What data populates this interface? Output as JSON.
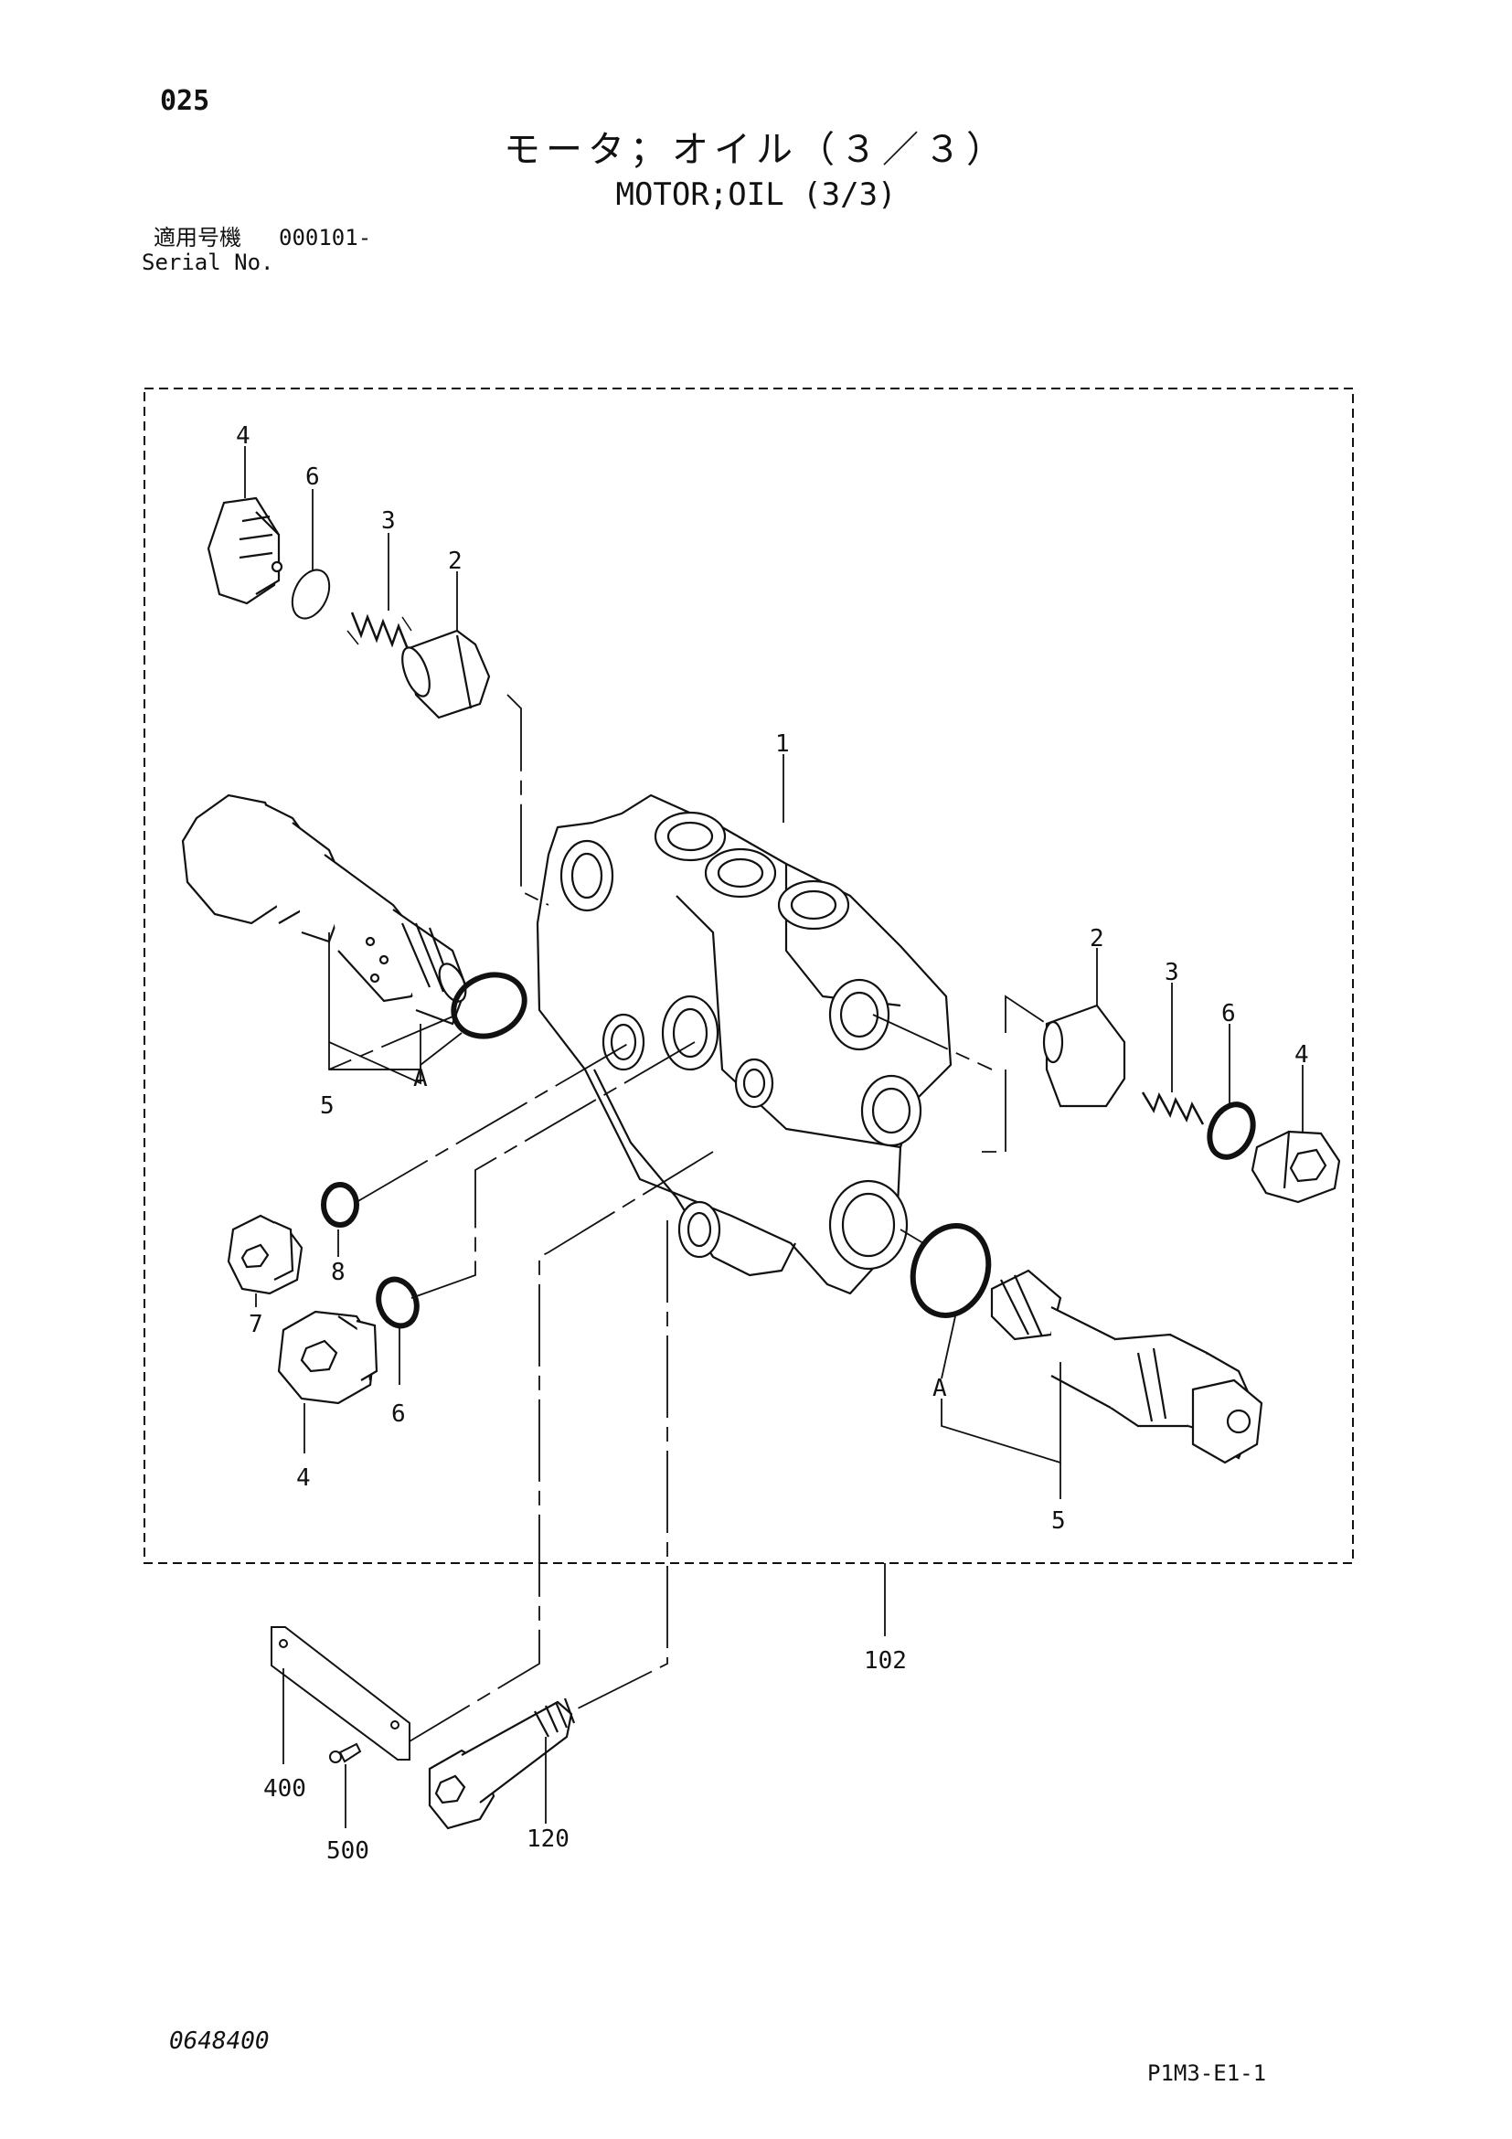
{
  "header": {
    "page_number": "025",
    "title_jp": "モータ；オイル（３／３）",
    "title_en": "MOTOR;OIL (3/3)",
    "serial_label_jp": "適用号機",
    "serial_value": "000101-",
    "serial_label_en": "Serial No."
  },
  "footer": {
    "drawing_number": "0648400",
    "figure_code": "P1M3-E1-1"
  },
  "callouts": {
    "c4_top": "4",
    "c6_top": "6",
    "c3_top": "3",
    "c2_top": "2",
    "c1": "1",
    "c5_left": "5",
    "a_left": "A",
    "c2_right": "2",
    "c3_right": "3",
    "c6_right": "6",
    "c4_right": "4",
    "c8": "8",
    "c7": "7",
    "c6_bottom": "6",
    "c4_bottom": "4",
    "a_right": "A",
    "c5_right": "5",
    "c102": "102",
    "c400": "400",
    "c500": "500",
    "c120": "120"
  }
}
